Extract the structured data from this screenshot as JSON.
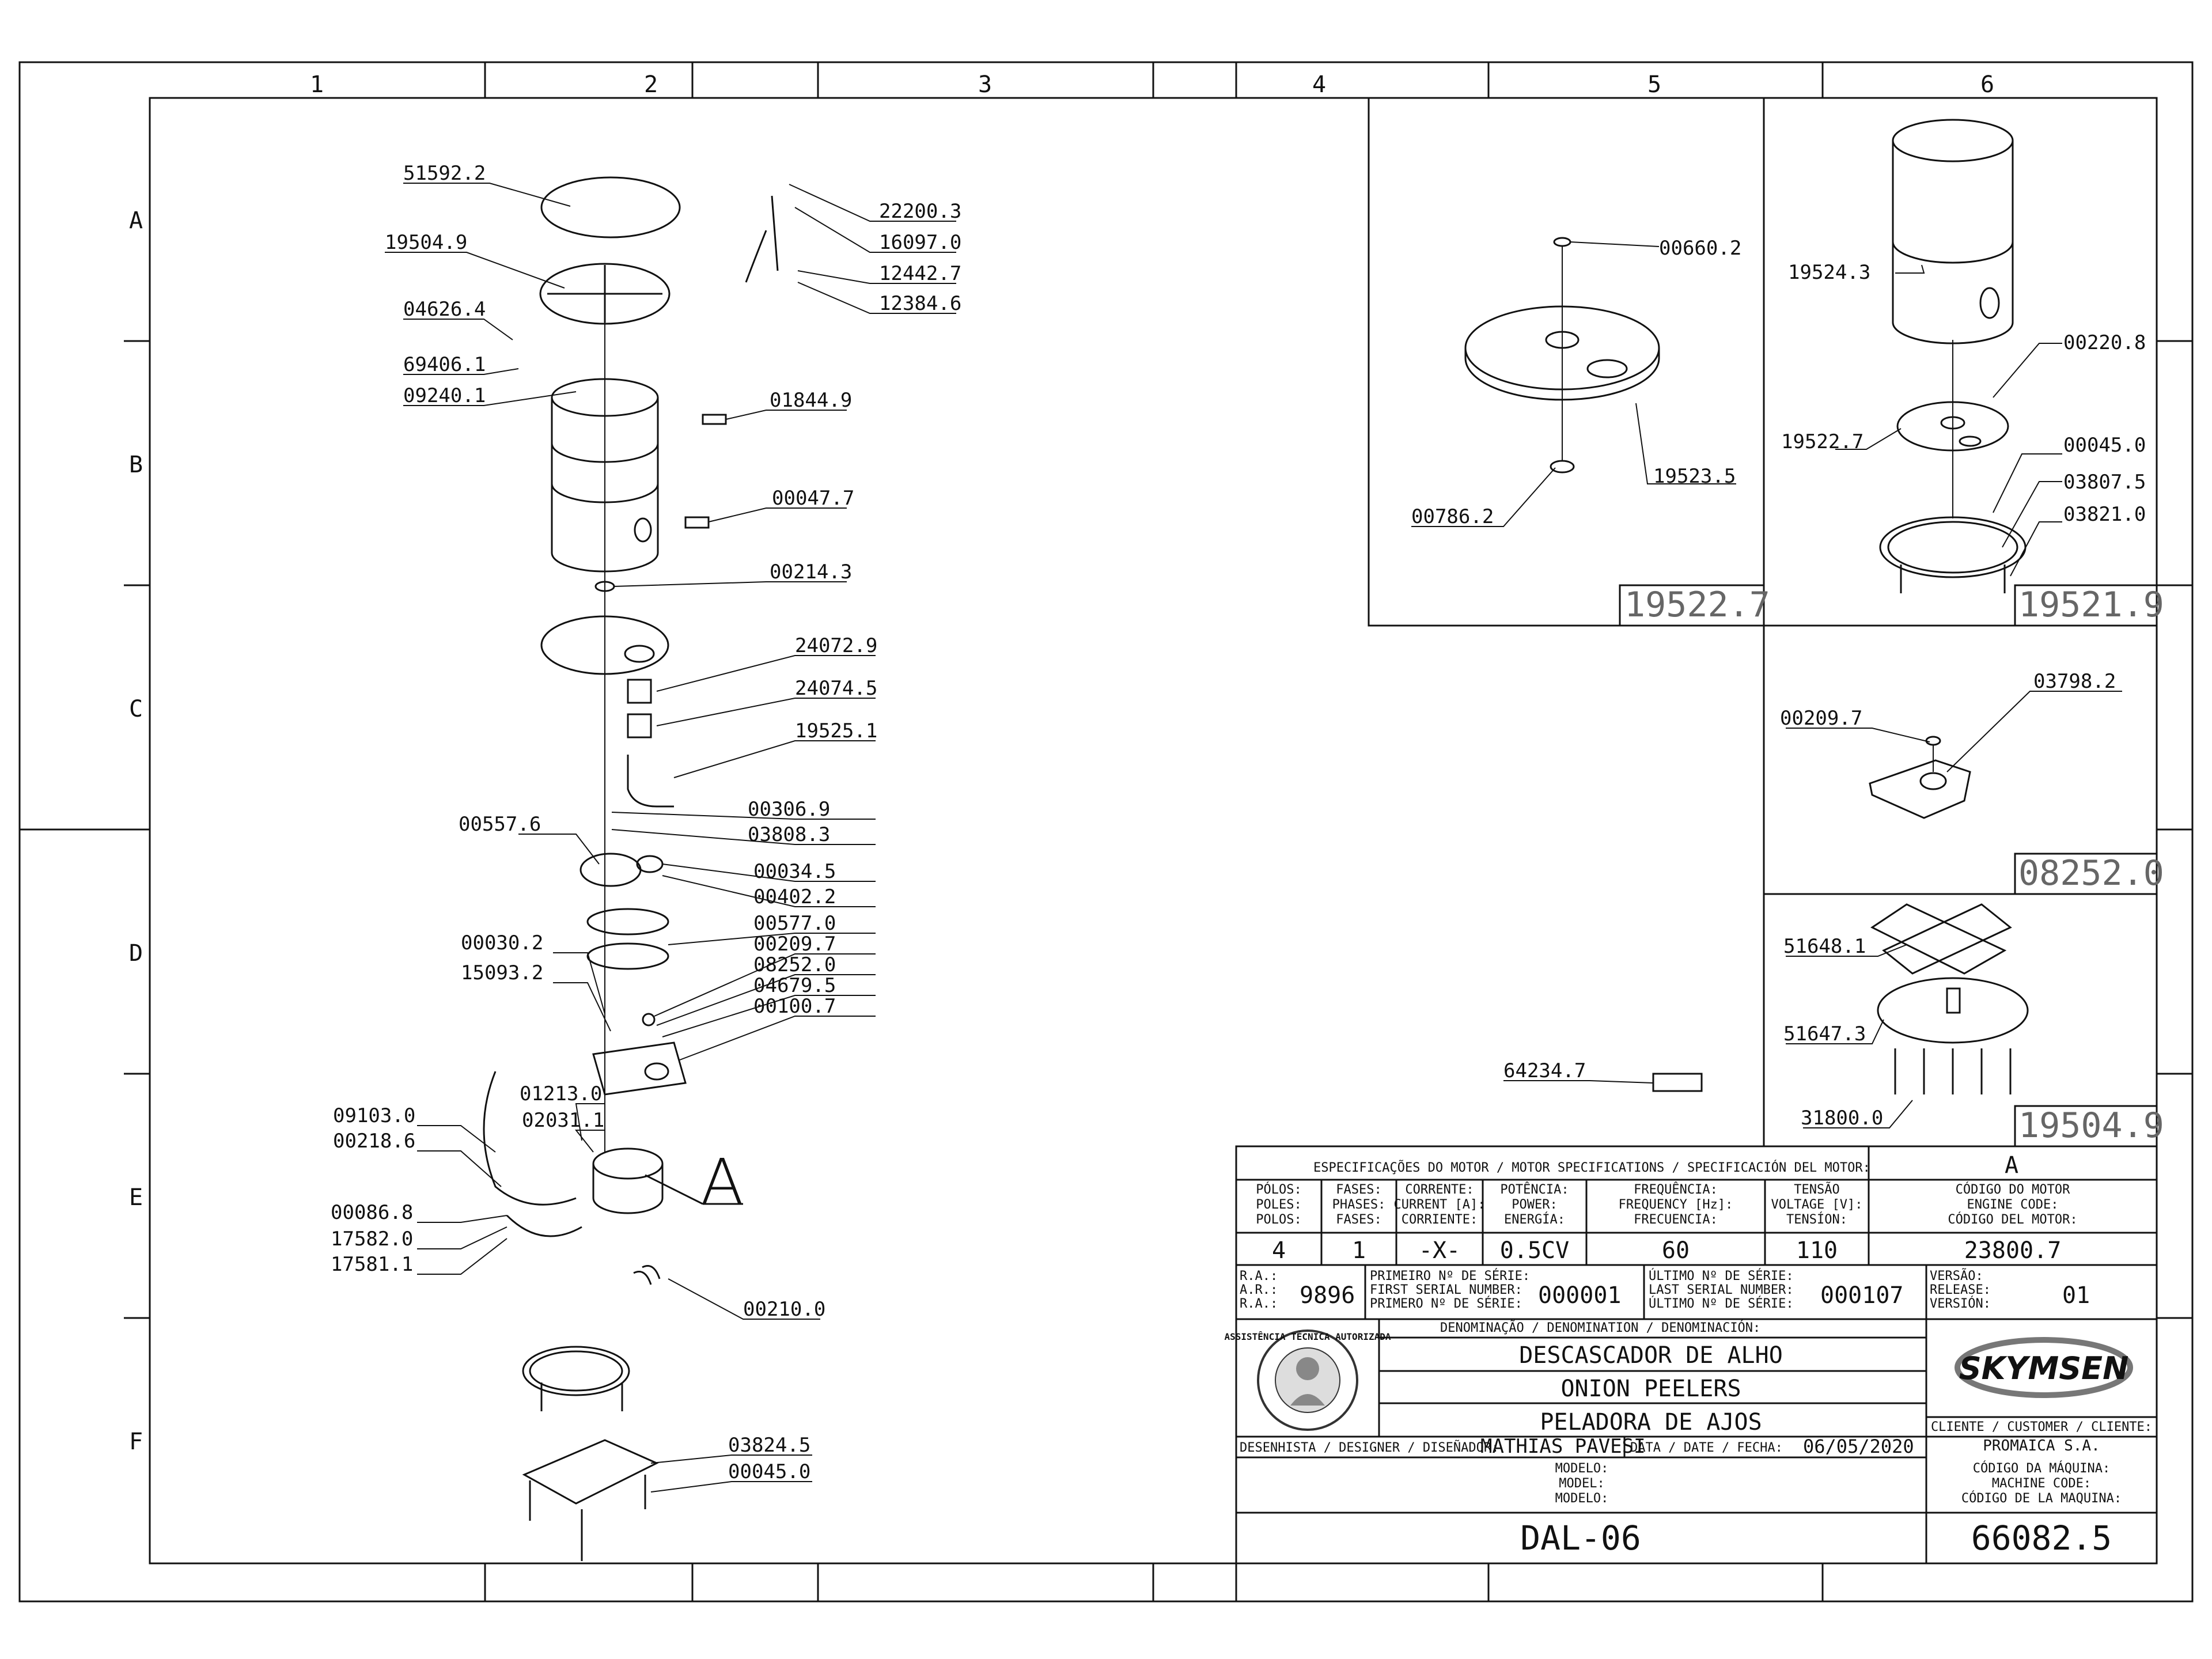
{
  "grid": {
    "columns": [
      "1",
      "2",
      "3",
      "4",
      "5",
      "6"
    ],
    "rows": [
      "A",
      "B",
      "C",
      "D",
      "E",
      "F"
    ]
  },
  "main_parts": [
    {
      "id": "51592.2"
    },
    {
      "id": "19504.9"
    },
    {
      "id": "04626.4"
    },
    {
      "id": "69406.1"
    },
    {
      "id": "09240.1"
    },
    {
      "id": "22200.3"
    },
    {
      "id": "16097.0"
    },
    {
      "id": "12442.7"
    },
    {
      "id": "12384.6"
    },
    {
      "id": "01844.9"
    },
    {
      "id": "00047.7"
    },
    {
      "id": "00214.3"
    },
    {
      "id": "24072.9"
    },
    {
      "id": "24074.5"
    },
    {
      "id": "19525.1"
    },
    {
      "id": "00306.9"
    },
    {
      "id": "03808.3"
    },
    {
      "id": "00557.6"
    },
    {
      "id": "00034.5"
    },
    {
      "id": "00402.2"
    },
    {
      "id": "00577.0"
    },
    {
      "id": "00209.7"
    },
    {
      "id": "08252.0"
    },
    {
      "id": "04679.5"
    },
    {
      "id": "00100.7"
    },
    {
      "id": "00030.2"
    },
    {
      "id": "15093.2"
    },
    {
      "id": "01213.0"
    },
    {
      "id": "02031.1"
    },
    {
      "id": "09103.0"
    },
    {
      "id": "00218.6"
    },
    {
      "id": "00086.8"
    },
    {
      "id": "17582.0"
    },
    {
      "id": "17581.1"
    },
    {
      "id": "00210.0"
    },
    {
      "id": "03824.5"
    },
    {
      "id": "00045.0"
    },
    {
      "id": "64234.7"
    }
  ],
  "motor_callout": "A",
  "detail_panels": [
    {
      "ref": "19522.7",
      "parts": [
        "00660.2",
        "19523.5",
        "00786.2"
      ]
    },
    {
      "ref": "19521.9",
      "parts": [
        "19524.3",
        "00220.8",
        "19522.7",
        "00045.0",
        "03807.5",
        "03821.0"
      ]
    },
    {
      "ref": "08252.0",
      "parts": [
        "00209.7",
        "03798.2"
      ]
    },
    {
      "ref": "19504.9",
      "parts": [
        "51648.1",
        "51647.3",
        "31800.0"
      ]
    }
  ],
  "title_block": {
    "motor_spec_heading": "ESPECIFICAÇÕES DO MOTOR / MOTOR SPECIFICATIONS / SPECIFICACIÓN DEL MOTOR:",
    "motor_code_letter": "A",
    "columns": [
      {
        "label": [
          "PÓLOS:",
          "POLES:",
          "POLOS:"
        ],
        "value": "4"
      },
      {
        "label": [
          "FASES:",
          "PHASES:",
          "FASES:"
        ],
        "value": "1"
      },
      {
        "label": [
          "CORRENTE:",
          "CURRENT [A]:",
          "CORRIENTE:"
        ],
        "value": "-X-"
      },
      {
        "label": [
          "POTÊNCIA:",
          "POWER:",
          "ENERGÍA:"
        ],
        "value": "0.5CV"
      },
      {
        "label": [
          "FREQUÊNCIA:",
          "FREQUENCY [Hz]:",
          "FRECUENCIA:"
        ],
        "value": "60"
      },
      {
        "label": [
          "TENSÃO",
          "VOLTAGE [V]:",
          "TENSÍON:"
        ],
        "value": "110"
      },
      {
        "label": [
          "CÓDIGO DO MOTOR",
          "ENGINE CODE:",
          "CÓDIGO DEL MOTOR:"
        ],
        "value": "23800.7"
      }
    ],
    "ra_label": [
      "R.A.:",
      "A.R.:",
      "R.A.:"
    ],
    "ra_value": "9896",
    "first_serial_label": [
      "PRIMEIRO Nº DE SÉRIE:",
      "FIRST SERIAL NUMBER:",
      "PRIMERO Nº DE SÉRIE:"
    ],
    "first_serial": "000001",
    "last_serial_label": [
      "ÚLTIMO Nº DE SÉRIE:",
      "LAST SERIAL NUMBER:",
      "ÚLTIMO Nº DE SÉRIE:"
    ],
    "last_serial": "000107",
    "version_label": [
      "VERSÃO:",
      "RELEASE:",
      "VERSIÓN:"
    ],
    "version": "01",
    "denomination_label": "DENOMINAÇÃO / DENOMINATION / DENOMINACIÓN:",
    "names": [
      "DESCASCADOR DE ALHO",
      "ONION PEELERS",
      "PELADORA DE AJOS"
    ],
    "brand": "SKYMSEN",
    "seal_text": "ASSISTÊNCIA TÉCNICA AUTORIZADA",
    "client_label": "CLIENTE / CUSTOMER / CLIENTE:",
    "client": "PROMAICA S.A.",
    "designer_label": "DESENHISTA / DESIGNER / DISEÑADOR:",
    "designer": "MATHIAS PAVESI",
    "date_label": "DATA / DATE / FECHA:",
    "date": "06/05/2020",
    "model_label": [
      "MODELO:",
      "MODEL:",
      "MODELO:"
    ],
    "model": "DAL-06",
    "machine_code_label": [
      "CÓDIGO DA MÁQUINA:",
      "MACHINE CODE:",
      "CÓDIGO DE LA MAQUINA:"
    ],
    "machine_code": "66082.5"
  }
}
